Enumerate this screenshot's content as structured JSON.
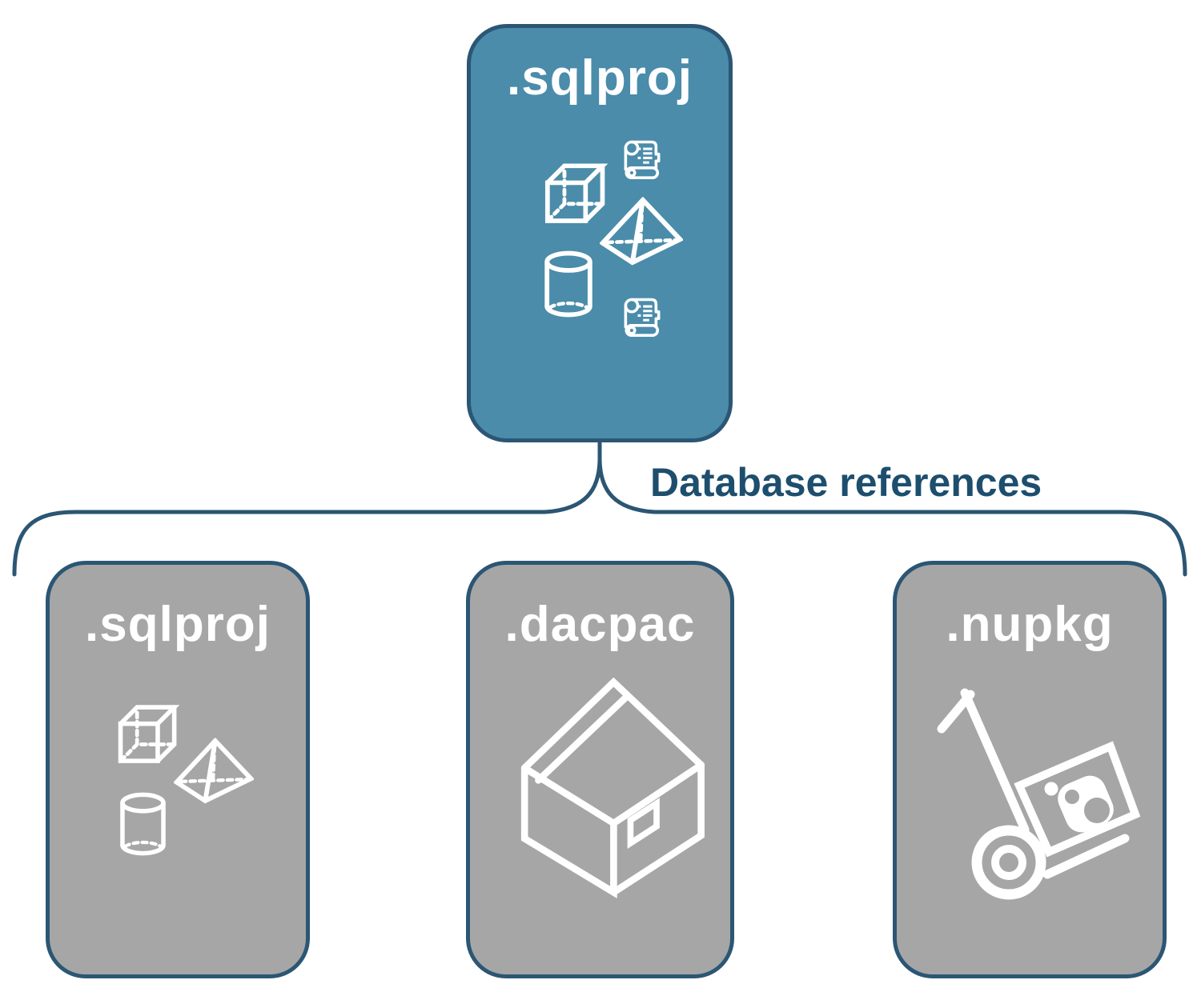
{
  "diagram": {
    "root": {
      "label": ".sqlproj",
      "fill": "#4a8caa",
      "icons": [
        "scroll-icon",
        "cube-icon",
        "pyramid-icon",
        "cylinder-icon",
        "scroll-icon"
      ]
    },
    "edge": {
      "label": "Database references"
    },
    "children": [
      {
        "label": ".sqlproj",
        "fill": "#a6a6a6",
        "icons": [
          "cube-icon",
          "pyramid-icon",
          "cylinder-icon"
        ]
      },
      {
        "label": ".dacpac",
        "fill": "#a6a6a6",
        "icons": [
          "package-box-icon"
        ]
      },
      {
        "label": ".nupkg",
        "fill": "#a6a6a6",
        "icons": [
          "hand-truck-nuget-icon"
        ]
      }
    ],
    "colors": {
      "accent_teal": "#4a8caa",
      "node_gray": "#a6a6a6",
      "line_navy": "#2b5674",
      "edge_label_navy": "#1e4e6e",
      "icon_white": "#ffffff"
    }
  }
}
